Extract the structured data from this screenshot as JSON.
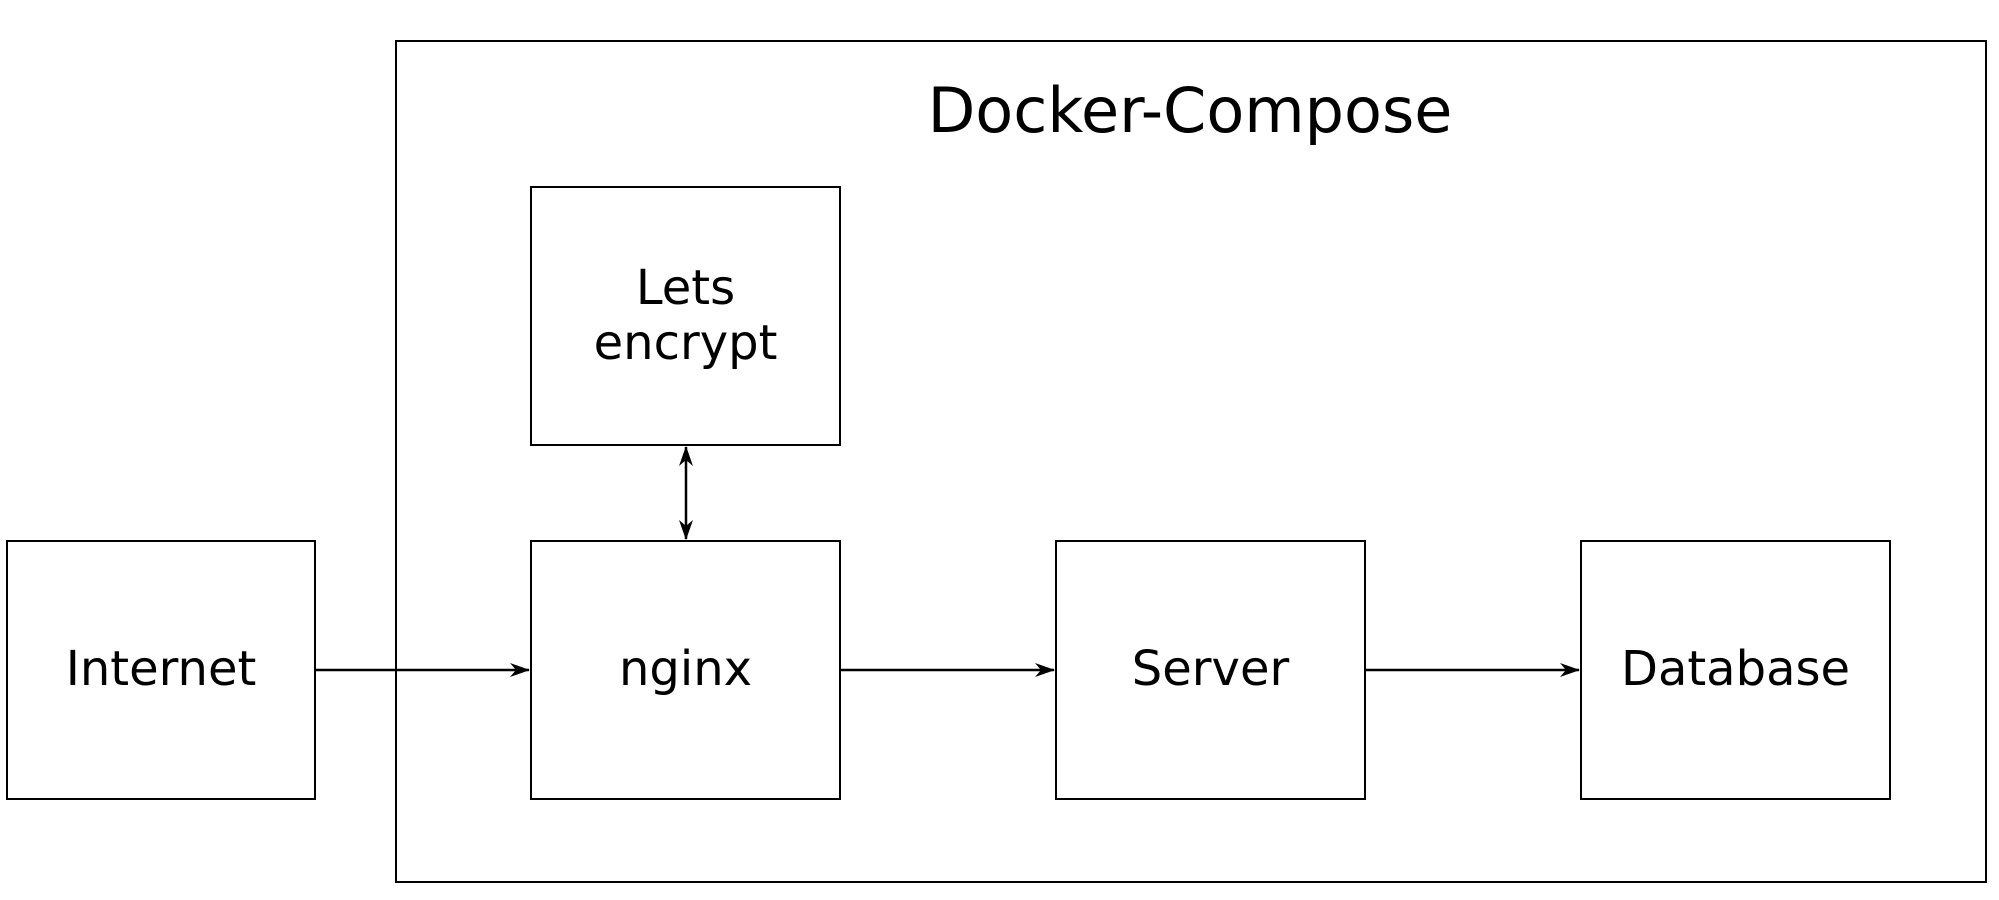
{
  "group": {
    "title": "Docker-Compose"
  },
  "nodes": {
    "internet": "Internet",
    "letsencrypt": "Lets\nencrypt",
    "nginx": "nginx",
    "server": "Server",
    "database": "Database"
  },
  "edges": [
    {
      "from": "internet",
      "to": "nginx",
      "direction": "forward"
    },
    {
      "from": "nginx",
      "to": "letsencrypt",
      "direction": "both"
    },
    {
      "from": "nginx",
      "to": "server",
      "direction": "forward"
    },
    {
      "from": "server",
      "to": "database",
      "direction": "forward"
    }
  ],
  "colors": {
    "stroke": "#000000",
    "background": "#ffffff"
  }
}
